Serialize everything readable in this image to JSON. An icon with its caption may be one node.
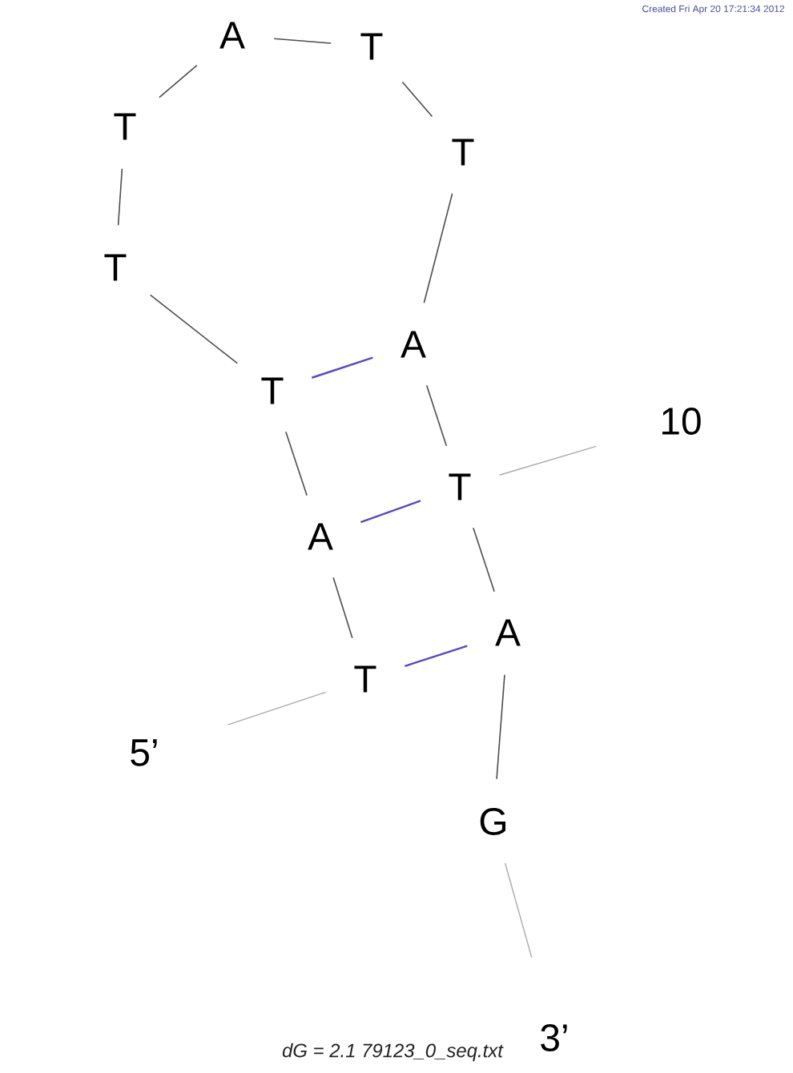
{
  "diagram": {
    "caption": "dG = 2.1 79123_0_seq.txt",
    "nodes": [
      {
        "text": [
          "5’"
        ]
      },
      {
        "text": [
          "T"
        ]
      },
      {
        "text": [
          "A"
        ]
      },
      {
        "text": [
          "T"
        ]
      },
      {
        "text": [
          "T"
        ]
      },
      {
        "text": [
          "T"
        ]
      },
      {
        "text": [
          "A"
        ]
      },
      {
        "text": [
          "T"
        ]
      },
      {
        "text": [
          "T"
        ]
      },
      {
        "text": [
          "A"
        ]
      },
      {
        "text": [
          "T"
        ]
      },
      {
        "text": [
          "A"
        ]
      },
      {
        "text": [
          "G"
        ]
      },
      {
        "text": [
          "3’"
        ]
      },
      {
        "text": [
          "10"
        ]
      }
    ],
    "edges": [
      {
        "from": 1,
        "to": 2,
        "arrow": "none"
      },
      {
        "from": 2,
        "to": 3,
        "arrow": "none"
      },
      {
        "from": 3,
        "to": 4,
        "arrow": "none"
      },
      {
        "from": 4,
        "to": 5,
        "arrow": "none"
      },
      {
        "from": 5,
        "to": 6,
        "arrow": "none"
      },
      {
        "from": 6,
        "to": 7,
        "arrow": "none"
      },
      {
        "from": 7,
        "to": 8,
        "arrow": "none"
      },
      {
        "from": 8,
        "to": 9,
        "arrow": "none"
      },
      {
        "from": 9,
        "to": 10,
        "arrow": "none"
      },
      {
        "from": 10,
        "to": 11,
        "arrow": "none"
      },
      {
        "from": 11,
        "to": 12,
        "arrow": "none"
      },
      {
        "from": 3,
        "to": 9,
        "arrow": "none",
        "color": "#5b45c7"
      },
      {
        "from": 2,
        "to": 10,
        "arrow": "none",
        "color": "#5b45c7"
      },
      {
        "from": 1,
        "to": 11,
        "arrow": "none",
        "color": "#5b45c7"
      },
      {
        "from": 0,
        "to": 1,
        "arrow": "none",
        "color": "#aaaaaa"
      },
      {
        "from": 13,
        "to": 12,
        "arrow": "none",
        "color": "#aaaaaa"
      },
      {
        "from": 14,
        "to": 10,
        "arrow": "none",
        "color": "#aaaaaa"
      }
    ],
    "labels": [
      "Created Fri Apr 20 17:21:34 2012"
    ]
  }
}
